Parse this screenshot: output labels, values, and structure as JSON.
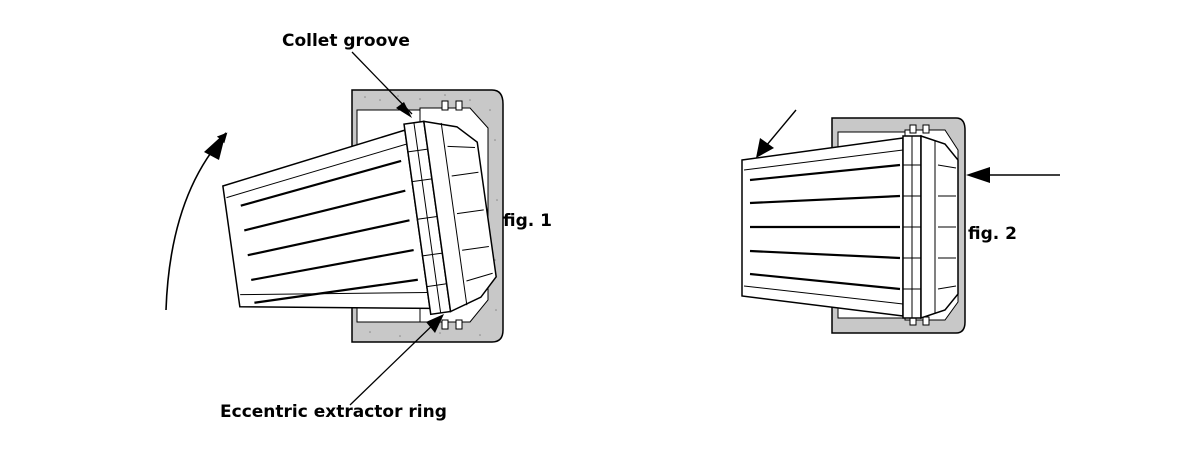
{
  "labels": {
    "collet_groove": "Collet groove",
    "eccentric_ring": "Eccentric extractor ring",
    "fig1": "fig. 1",
    "fig2": "fig. 2"
  },
  "colors": {
    "housing_fill": "#c8c8c8",
    "outline": "#000000",
    "collet_fill": "#ffffff"
  }
}
